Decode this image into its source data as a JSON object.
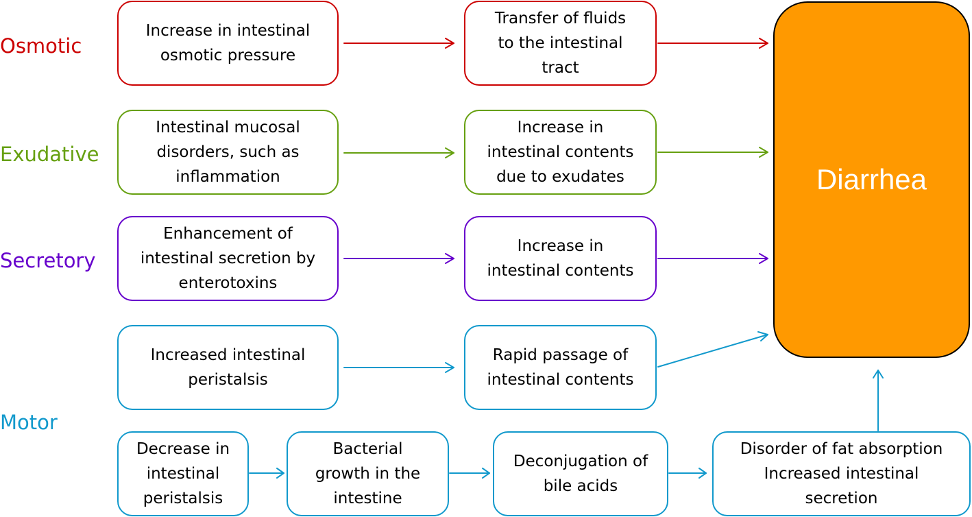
{
  "colors": {
    "osmotic": "#cc0000",
    "exudative": "#66a010",
    "secretory": "#6600cc",
    "motor": "#1199cc",
    "outcome_fill": "#ff9900",
    "outcome_text": "#ffffff"
  },
  "categories": {
    "osmotic": "Osmotic",
    "exudative": "Exudative",
    "secretory": "Secretory",
    "motor": "Motor"
  },
  "boxes": {
    "osmotic_cause": "Increase in intestinal\nosmotic pressure",
    "osmotic_effect": "Transfer of fluids\nto the intestinal\ntract",
    "exudative_cause": "Intestinal mucosal\ndisorders, such as\ninflammation",
    "exudative_effect": "Increase in\nintestinal contents\ndue to exudates",
    "secretory_cause": "Enhancement of\nintestinal secretion by\nenterotoxins",
    "secretory_effect": "Increase in\nintestinal contents",
    "motor_increase_cause": "Increased intestinal\nperistalsis",
    "motor_increase_effect": "Rapid passage of\nintestinal contents",
    "motor_decrease_1": "Decrease in\nintestinal\nperistalsis",
    "motor_decrease_2": "Bacterial\ngrowth in the\nintestine",
    "motor_decrease_3": "Deconjugation of\nbile acids",
    "motor_decrease_4": "Disorder of fat absorption\nIncreased intestinal\nsecretion"
  },
  "outcome": "Diarrhea"
}
